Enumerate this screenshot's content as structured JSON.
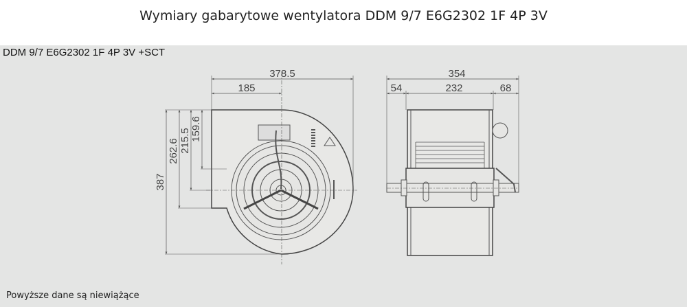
{
  "title": "Wymiary gabarytowe wentylatora DDM 9/7 E6G2302 1F 4P 3V",
  "model_label": "DDM 9/7 E6G2302 1F 4P 3V +SCT",
  "note": "Powyższe dane są niewiążące",
  "front_view": {
    "dimensions": {
      "overall_width": "378.5",
      "to_axis_width": "185",
      "overall_height": "387",
      "h1": "262.6",
      "h2": "215.5",
      "h3": "159.6"
    }
  },
  "side_view": {
    "dimensions": {
      "overall_width": "354",
      "left": "54",
      "middle": "232",
      "right": "68"
    }
  }
}
